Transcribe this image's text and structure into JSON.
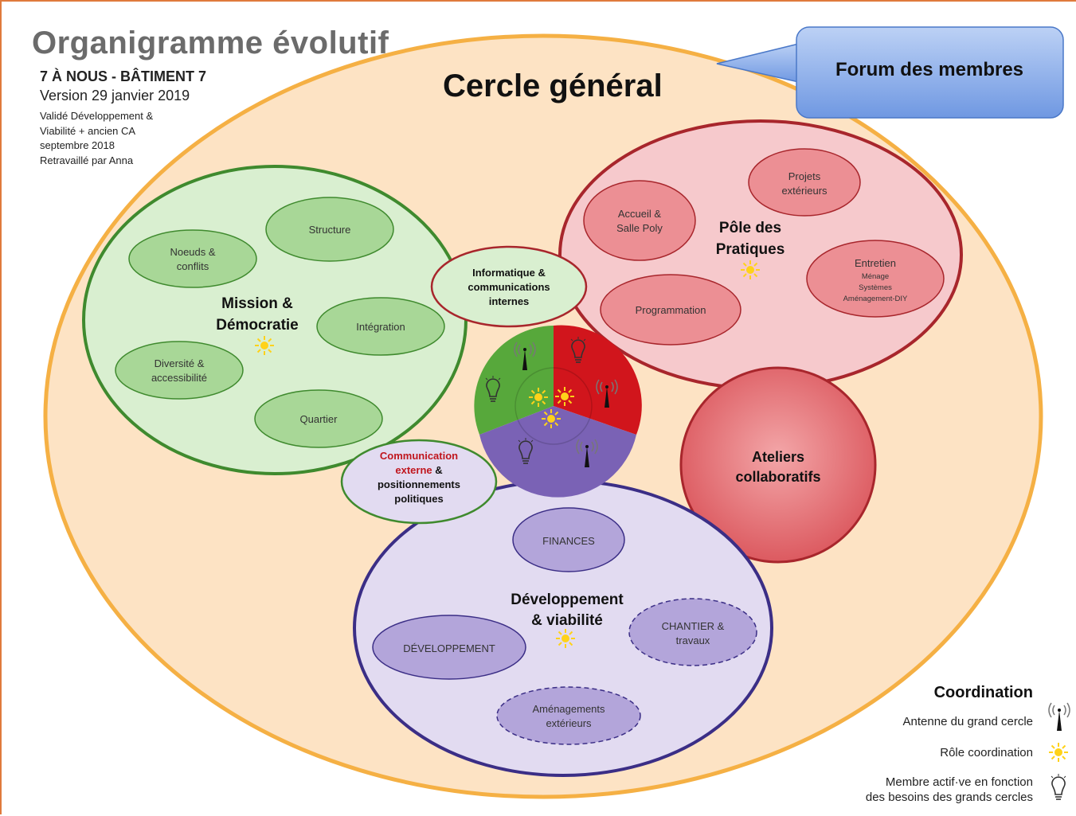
{
  "header": {
    "title": "Organigramme évolutif",
    "organization": "7 À NOUS - BÂTIMENT 7",
    "version": "Version 29 janvier 2019",
    "note_lines": [
      "Validé Développement &",
      "Viabilité + ancien CA",
      "septembre 2018",
      "Retravaillé par Anna"
    ]
  },
  "general_circle": {
    "label": "Cercle général",
    "color": "#fde3c4",
    "border": "#f5b044"
  },
  "forum": {
    "label": "Forum des membres",
    "color": "#8fb1ea"
  },
  "mission": {
    "label_line1": "Mission &",
    "label_line2": "Démocratie",
    "color": "#d9efd0",
    "border": "#3f8a2e",
    "subcircles": [
      {
        "line1": "Structure",
        "line2": ""
      },
      {
        "line1": "Noeuds &",
        "line2": "conflits"
      },
      {
        "line1": "Intégration",
        "line2": ""
      },
      {
        "line1": "Diversité &",
        "line2": "accessibilité"
      },
      {
        "line1": "Quartier",
        "line2": ""
      }
    ]
  },
  "pratiques": {
    "label_line1": "Pôle des",
    "label_line2": "Pratiques",
    "color": "#f6c9cc",
    "border": "#a8262c",
    "subcircles": [
      {
        "line1": "Projets",
        "line2": "extérieurs"
      },
      {
        "line1": "Accueil &",
        "line2": "Salle Poly"
      },
      {
        "line1": "Programmation",
        "line2": ""
      }
    ],
    "entretien": {
      "title": "Entretien",
      "items": [
        "Ménage",
        "Systèmes",
        "Aménagement-DIY"
      ]
    }
  },
  "developpement": {
    "label_line1": "Développement",
    "label_line2": "& viabilité",
    "color": "#e2dbf1",
    "border": "#3b2e86",
    "subcircles": [
      {
        "line1": "FINANCES",
        "line2": ""
      },
      {
        "line1": "DÉVELOPPEMENT",
        "line2": ""
      },
      {
        "line1": "CHANTIER &",
        "line2": "travaux"
      },
      {
        "line1": "Aménagements",
        "line2": "extérieurs"
      }
    ]
  },
  "bridges": {
    "informatique": {
      "line1": "Informatique &",
      "line2": "communications",
      "line3": "internes"
    },
    "communication": {
      "red_line1": "Communication",
      "red_line2": "externe",
      "amp": " &",
      "line3": "positionnements",
      "line4": "politiques",
      "red_color": "#c0161e"
    }
  },
  "ateliers": {
    "line1": "Ateliers",
    "line2": "collaboratifs",
    "color": "#e06a6e"
  },
  "center_wheel": {
    "colors": [
      "#57a83b",
      "#d1151c",
      "#7a62b5"
    ]
  },
  "legend": {
    "title": "Coordination",
    "antenna": "Antenne du grand cercle",
    "role": "Rôle coordination",
    "member_line1": "Membre actif·ve en fonction",
    "member_line2": "des besoins des  grands cercles"
  }
}
